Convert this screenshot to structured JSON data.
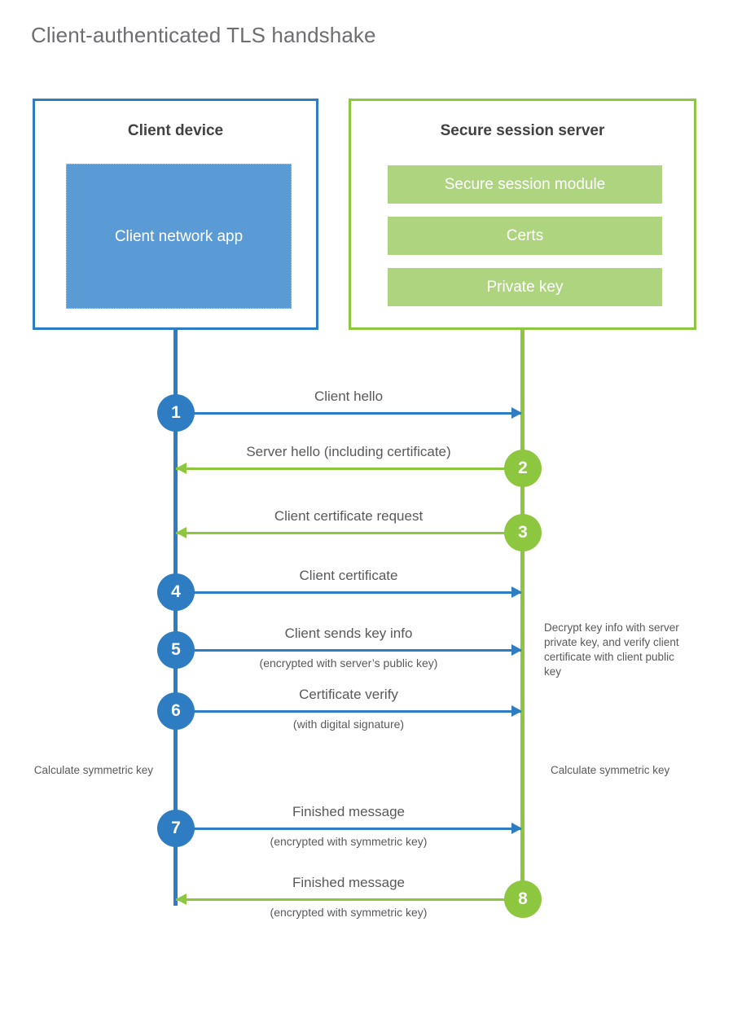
{
  "title": "Client-authenticated TLS handshake",
  "colors": {
    "client_blue": "#2e7cc2",
    "client_app_fill": "#5b9bd5",
    "server_green": "#8dc63f",
    "server_bar_fill": "#aed47f",
    "text_gray": "#58595b",
    "title_gray": "#6d6e71",
    "heading_dark": "#414042"
  },
  "actors": {
    "client": {
      "title": "Client device",
      "components": [
        {
          "label": "Client network app"
        }
      ]
    },
    "server": {
      "title": "Secure session server",
      "components": [
        {
          "label": "Secure session module"
        },
        {
          "label": "Certs"
        },
        {
          "label": "Private key"
        }
      ]
    }
  },
  "steps": [
    {
      "number": "1",
      "label": "Client hello",
      "sublabel": "",
      "direction": "client-to-server",
      "badge_side": "client",
      "color": "blue"
    },
    {
      "number": "2",
      "label": "Server hello (including certificate)",
      "sublabel": "",
      "direction": "server-to-client",
      "badge_side": "server",
      "color": "green"
    },
    {
      "number": "3",
      "label": "Client certificate request",
      "sublabel": "",
      "direction": "server-to-client",
      "badge_side": "server",
      "color": "green"
    },
    {
      "number": "4",
      "label": "Client certificate",
      "sublabel": "",
      "direction": "client-to-server",
      "badge_side": "client",
      "color": "blue"
    },
    {
      "number": "5",
      "label": "Client sends key info",
      "sublabel": "(encrypted with server’s public key)",
      "direction": "client-to-server",
      "badge_side": "client",
      "color": "blue"
    },
    {
      "number": "6",
      "label": "Certificate verify",
      "sublabel": "(with digital signature)",
      "direction": "client-to-server",
      "badge_side": "client",
      "color": "blue"
    },
    {
      "number": "7",
      "label": "Finished message",
      "sublabel": "(encrypted with symmetric key)",
      "direction": "client-to-server",
      "badge_side": "client",
      "color": "blue"
    },
    {
      "number": "8",
      "label": "Finished message",
      "sublabel": "(encrypted with symmetric key)",
      "direction": "server-to-client",
      "badge_side": "server",
      "color": "green"
    }
  ],
  "notes": {
    "server_decrypt": "Decrypt key info with server private key, and verify client certificate with client public key",
    "client_calculate": "Calculate symmetric key",
    "server_calculate": "Calculate symmetric key"
  }
}
